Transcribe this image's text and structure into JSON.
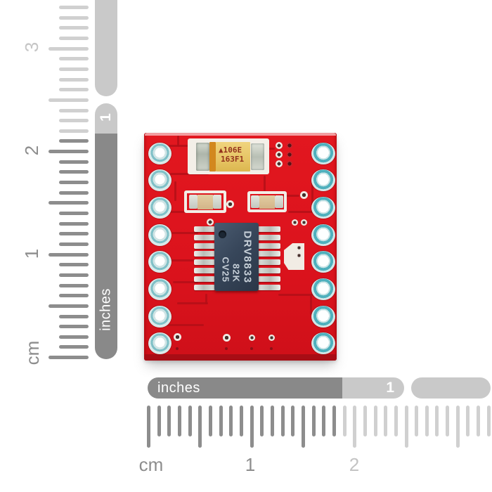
{
  "vertical_ruler": {
    "numbers": [
      "3",
      "2",
      "1"
    ],
    "unit": "cm",
    "inch_label": "inches",
    "inch_mark": "1"
  },
  "horizontal_ruler": {
    "inch_label": "inches",
    "inch_mark": "1",
    "unit": "cm",
    "numbers": [
      "1",
      "2"
    ]
  },
  "pcb": {
    "capacitor_line1": "▲106E",
    "capacitor_line2": "163F1",
    "ic_line1": "DRV8833",
    "ic_line2": "82K",
    "ic_line3": "CV25"
  },
  "colors": {
    "board_red": "#dc131d",
    "trace_red": "#b40f18",
    "ruler_dark": "#8d8d8d",
    "ruler_light": "#c9c9c9",
    "tick_dark": "#8d8d8d",
    "tick_light": "#d0d0d0",
    "hole_ring_left": "#cfe4e5",
    "hole_teal": "#4fb0bd",
    "ic_body": "#37465a",
    "cap_yellow": "#e9c86c",
    "cap_stripe": "#d2881e",
    "silver": "#cdd2c9",
    "silk_white": "#f3efe8",
    "via_center": "#47302c"
  }
}
